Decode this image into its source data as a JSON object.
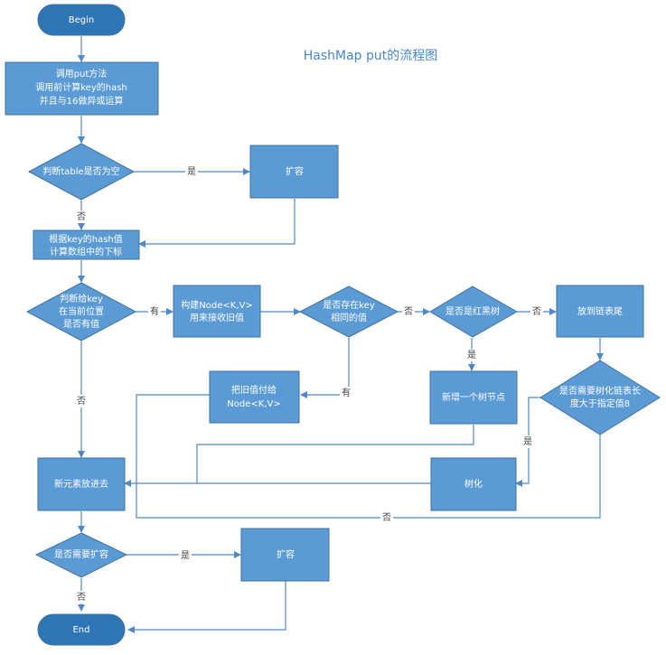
{
  "title": "HashMap put的流程图",
  "nodes": {
    "begin": "Begin",
    "call_put": [
      "调用put方法",
      "调用前计算key的hash",
      "并且与16做异或运算"
    ],
    "table_empty": "判断table是否为空",
    "resize1": "扩容",
    "index": [
      "根据key的hash值",
      "计算数组中的下标"
    ],
    "has_value": [
      "判断给key",
      "在当前位置",
      "是否有值"
    ],
    "build_node": [
      "构建Node<K,V>",
      "用来接收旧值"
    ],
    "same_key": [
      "是否存在key",
      "相同的值"
    ],
    "is_rbtree": "是否是红黑树",
    "append_tail": "放到链表尾",
    "give_old": [
      "把旧值付给",
      "Node<K,V>"
    ],
    "new_tree_node": "新增一个树节点",
    "need_treeify": [
      "是否需要树化链表长",
      "度大于指定值8"
    ],
    "put_new": "新元素放进去",
    "treeify": "树化",
    "need_resize": "是否需要扩容",
    "resize2": "扩容",
    "end": "End"
  },
  "edges": {
    "table_empty_yes": "是",
    "table_empty_no": "否",
    "has_value_yes": "有",
    "has_value_no": "否",
    "same_key_no": "否",
    "same_key_yes": "有",
    "rbtree_no": "否",
    "rbtree_yes": "是",
    "treeify_yes": "是",
    "treeify_no": "否",
    "resize_yes": "是",
    "resize_no": "否"
  },
  "colors": {
    "node_fill": "#5b9bd5",
    "terminal_fill": "#2e75b6",
    "connector": "#4f88c6",
    "title": "#4a86c5"
  }
}
